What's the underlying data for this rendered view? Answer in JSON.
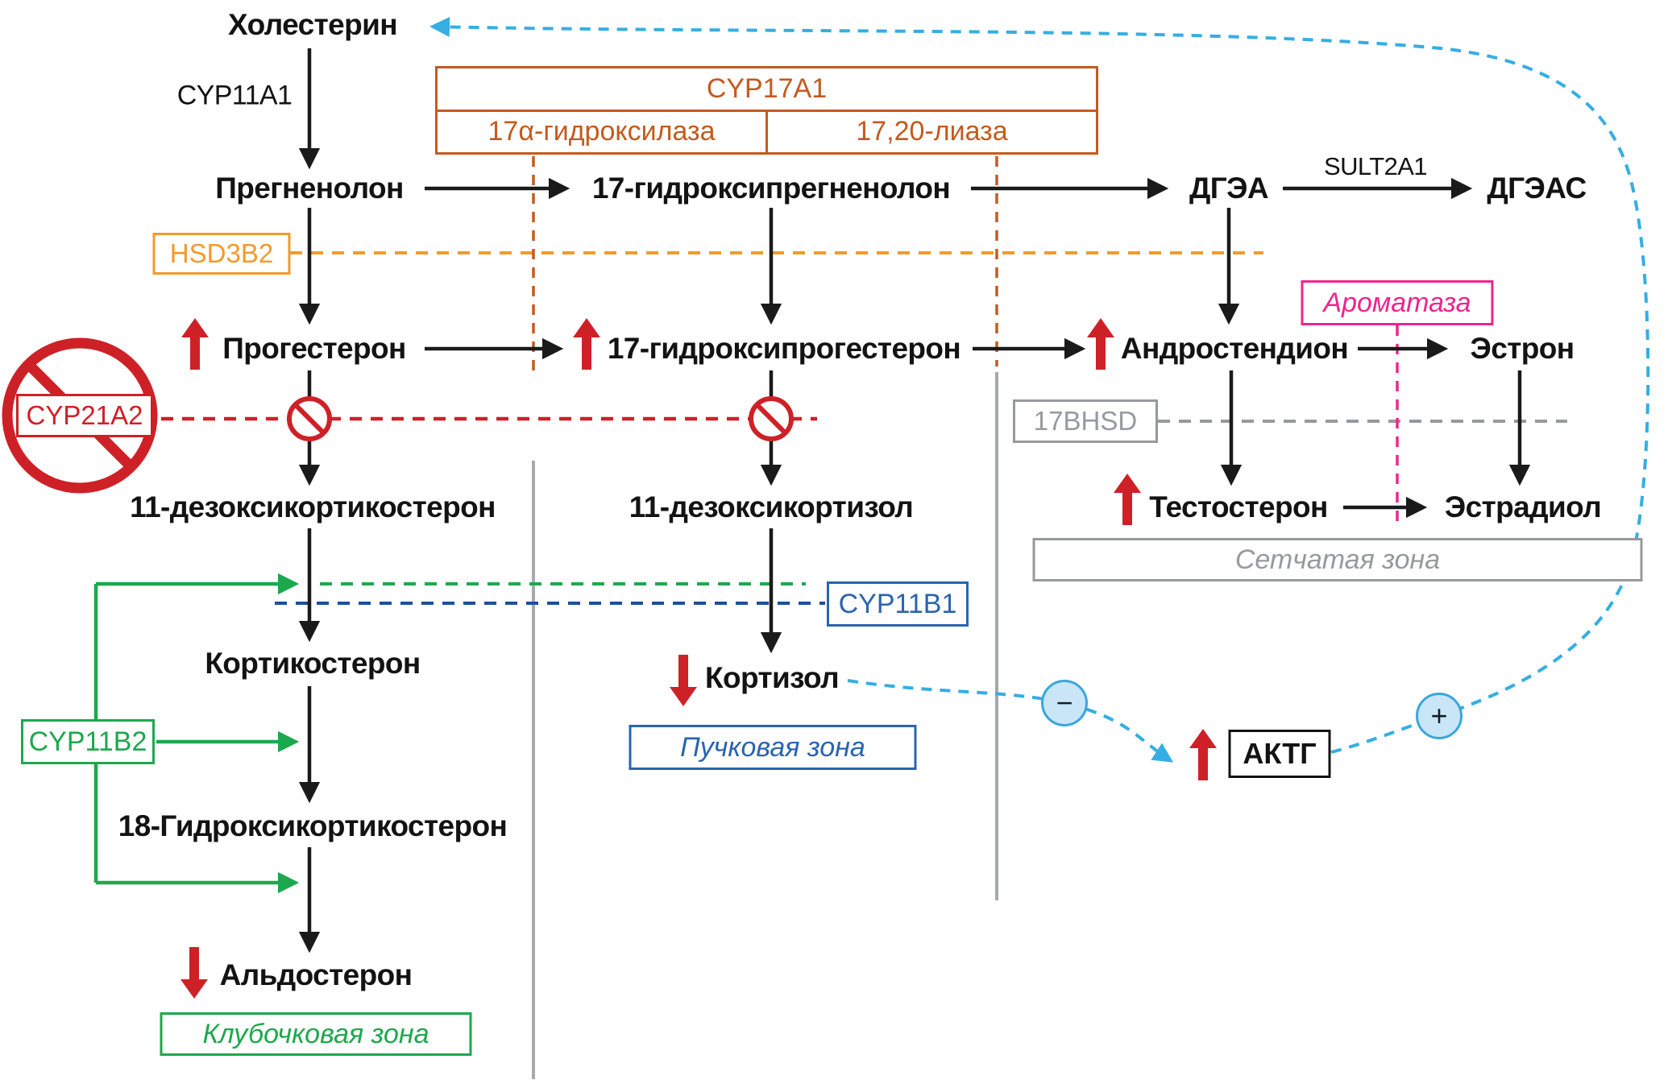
{
  "compounds": {
    "cholesterol": "Холестерин",
    "pregnenolone": "Прегненолон",
    "ohpregnenolone": "17-гидроксипрегненолон",
    "dhea": "ДГЭА",
    "dheas": "ДГЭАС",
    "progesterone": "Прогестерон",
    "ohprogesterone": "17-гидроксипрогестерон",
    "androstenedione": "Андростендион",
    "estrone": "Эстрон",
    "doc": "11-дезоксикортикостерон",
    "deoxycortisol": "11-дезоксикортизол",
    "testosterone": "Тестостерон",
    "estradiol": "Эстрадиол",
    "corticosterone": "Кортикостерон",
    "ohcorticosterone": "18-Гидроксикортикостерон",
    "aldosterone": "Альдостерон",
    "cortisol": "Кортизол",
    "acth": "АКТГ"
  },
  "enzymes": {
    "cyp11a1": "CYP11A1",
    "cyp17a1": "CYP17A1",
    "hydroxylase17a": "17α-гидроксилаза",
    "lyase1720": "17,20-лиаза",
    "sult2a1": "SULT2A1",
    "hsd3b2": "HSD3B2",
    "aromatase": "Ароматаза",
    "cyp21a2": "CYP21A2",
    "bhsd17": "17BHSD",
    "cyp11b1": "CYP11B1",
    "cyp11b2": "CYP11B2"
  },
  "zones": {
    "reticularis": "Сетчатая зона",
    "fasciculata": "Пучковая зона",
    "glomerulosa": "Клубочковая зона"
  },
  "signs": {
    "minus": "−",
    "plus": "+"
  },
  "colors": {
    "orange": "#C55A1E",
    "amber": "#F39A2B",
    "red": "#CE2127",
    "green": "#1EA84E",
    "navy": "#1F4E9C",
    "blue": "#2A65AE",
    "lightblue": "#35AEE3",
    "pink": "#EC268F",
    "gray": "#97999C"
  }
}
